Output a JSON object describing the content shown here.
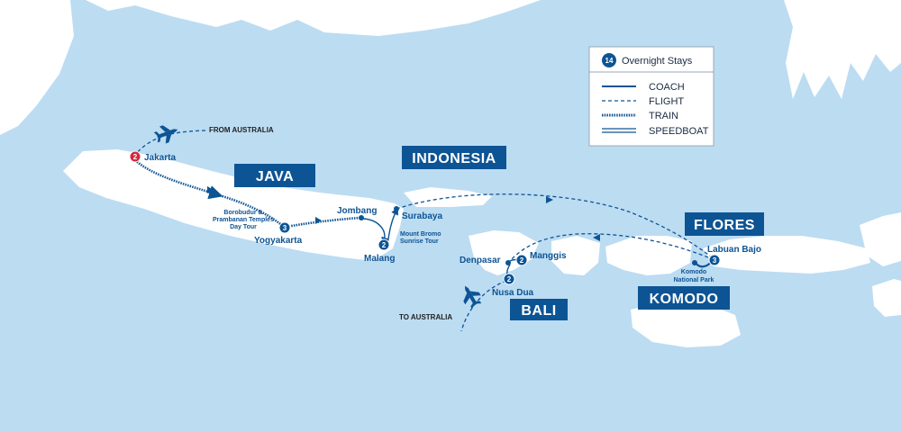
{
  "regions": {
    "java": "JAVA",
    "indonesia": "INDONESIA",
    "flores": "FLORES",
    "komodo": "KOMODO",
    "bali": "BALI"
  },
  "cities": {
    "jakarta": {
      "name": "Jakarta",
      "nights": "2"
    },
    "yogyakarta": {
      "name": "Yogyakarta",
      "nights": "3"
    },
    "jombang": {
      "name": "Jombang"
    },
    "malang": {
      "name": "Malang",
      "nights": "2"
    },
    "surabaya": {
      "name": "Surabaya"
    },
    "denpasar": {
      "name": "Denpasar"
    },
    "manggis": {
      "name": "Manggis",
      "nights": "2"
    },
    "nusa_dua": {
      "name": "Nusa Dua",
      "nights": "2"
    },
    "labuan_bajo": {
      "name": "Labuan Bajo",
      "nights": "3"
    },
    "komodo_np": {
      "line1": "Komodo",
      "line2": "National Park"
    }
  },
  "notes": {
    "borobudur": [
      "Borobudur &",
      "Prambanan Temples",
      "Day Tour"
    ],
    "bromo": [
      "Mount Bromo",
      "Sunrise Tour"
    ],
    "from_australia": "FROM AUSTRALIA",
    "to_australia": "TO AUSTRALIA"
  },
  "legend": {
    "overnight_count": "14",
    "overnight_label": "Overnight Stays",
    "items": [
      "COACH",
      "FLIGHT",
      "TRAIN",
      "SPEEDBOAT"
    ]
  },
  "colors": {
    "sea": "#bcdcf2",
    "land": "#ffffff",
    "route": "#0d5494",
    "badge": "#0d5494",
    "badge_start": "#d7263d"
  }
}
